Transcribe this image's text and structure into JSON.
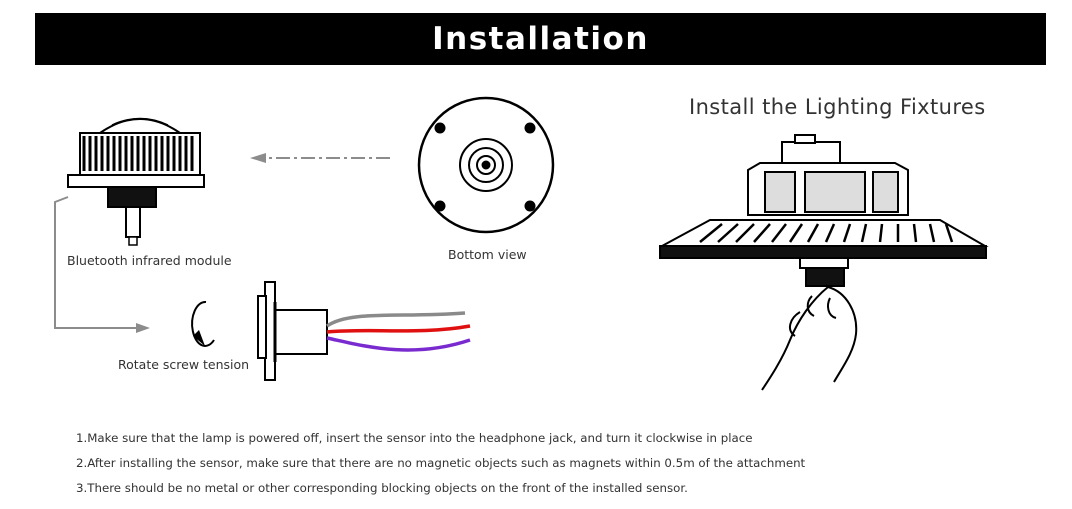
{
  "banner": {
    "title": "Installation"
  },
  "labels": {
    "module": "Bluetooth infrared module",
    "bottom_view": "Bottom view",
    "rotate": "Rotate screw tension",
    "install_fixtures": "Install the Lighting Fixtures"
  },
  "steps": [
    "1.Make sure that the lamp is powered off, insert the sensor into the headphone jack, and turn it clockwise in place",
    "2.After installing the sensor, make sure that there are no magnetic objects such as magnets within 0.5m of the attachment",
    "3.There should be no metal or other corresponding blocking objects on the front of the installed sensor."
  ],
  "colors": {
    "banner_bg": "#000000",
    "banner_text": "#ffffff",
    "wire_gray": "#8a8a8a",
    "wire_red": "#e01010",
    "wire_purple": "#7a2bd0",
    "arrow": "#8c8c8c"
  }
}
